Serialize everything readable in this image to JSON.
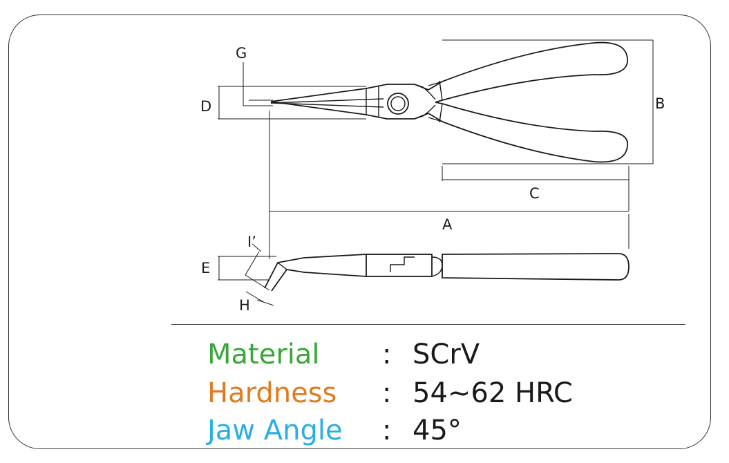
{
  "dimension_labels": {
    "a": "A",
    "b": "B",
    "c": "C",
    "d": "D",
    "e": "E",
    "g": "G",
    "h": "H",
    "i": "I’"
  },
  "specs": [
    {
      "label": "Material",
      "colon": ":",
      "value": "SCrV",
      "color": "#3aa63a"
    },
    {
      "label": "Hardness",
      "colon": ":",
      "value": "54~62 HRC",
      "color": "#e07b1f"
    },
    {
      "label": "Jaw Angle",
      "colon": ":",
      "value": "45°",
      "color": "#29aee6"
    }
  ]
}
